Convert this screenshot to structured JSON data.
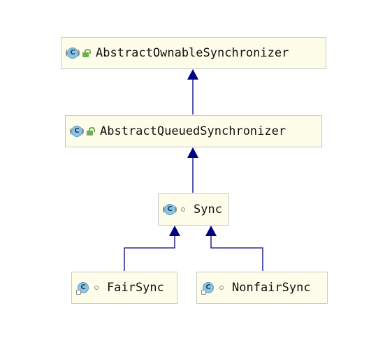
{
  "diagram": {
    "nodes": [
      {
        "id": "aos",
        "label": "AbstractOwnableSynchronizer",
        "icon": "abstract-class-icon",
        "visibility": "public-lock-icon"
      },
      {
        "id": "aqs",
        "label": "AbstractQueuedSynchronizer",
        "icon": "abstract-class-icon",
        "visibility": "public-lock-icon"
      },
      {
        "id": "sync",
        "label": "Sync",
        "icon": "abstract-class-icon",
        "visibility": "package-private-dot-icon"
      },
      {
        "id": "fair",
        "label": "FairSync",
        "icon": "final-class-icon",
        "visibility": "package-private-dot-icon"
      },
      {
        "id": "nonfair",
        "label": "NonfairSync",
        "icon": "final-class-icon",
        "visibility": "package-private-dot-icon"
      }
    ],
    "edges": [
      {
        "from": "aqs",
        "to": "aos",
        "type": "extends"
      },
      {
        "from": "sync",
        "to": "aqs",
        "type": "extends"
      },
      {
        "from": "fair",
        "to": "sync",
        "type": "extends"
      },
      {
        "from": "nonfair",
        "to": "sync",
        "type": "extends"
      }
    ],
    "colors": {
      "node_fill": "#fdfde9",
      "node_border": "#c8c8c8",
      "edge": "#000080",
      "class_icon": "#8cc4e6",
      "lock_icon": "#6fae52"
    }
  }
}
